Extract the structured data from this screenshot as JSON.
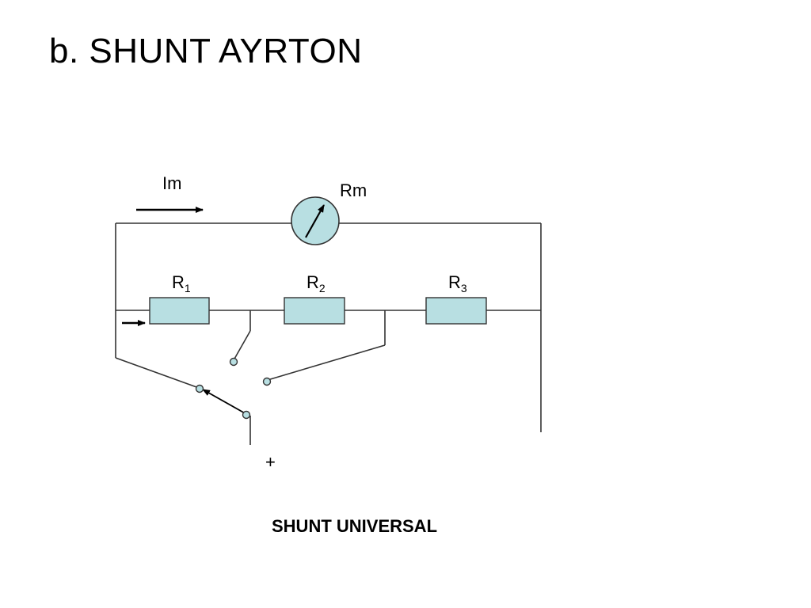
{
  "slide": {
    "title": "b. SHUNT AYRTON",
    "caption": "SHUNT UNIVERSAL"
  },
  "circuit": {
    "current_label": "Im",
    "meter_label": "Rm",
    "resistors": [
      {
        "base": "R",
        "index": "1"
      },
      {
        "base": "R",
        "index": "2"
      },
      {
        "base": "R",
        "index": "3"
      }
    ],
    "terminal_label": "+",
    "colors": {
      "resistor_fill": "#b8dfe2",
      "meter_fill": "#b8dfe2",
      "wire": "#333333",
      "contact_fill": "#b8dfe2"
    },
    "icons": [
      "ammeter-icon",
      "resistor-icon",
      "current-arrow-icon",
      "switch-contact-icon"
    ]
  }
}
